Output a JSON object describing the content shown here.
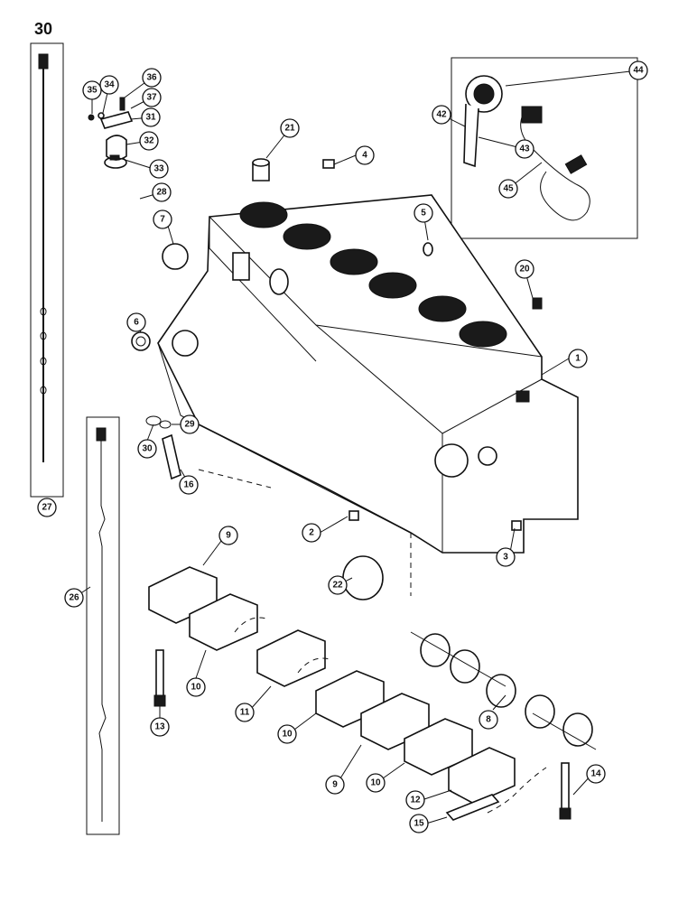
{
  "page_number": "30",
  "callouts": [
    {
      "id": "c1",
      "label": "1"
    },
    {
      "id": "c2",
      "label": "2"
    },
    {
      "id": "c3",
      "label": "3"
    },
    {
      "id": "c4",
      "label": "4"
    },
    {
      "id": "c5",
      "label": "5"
    },
    {
      "id": "c6",
      "label": "6"
    },
    {
      "id": "c7",
      "label": "7"
    },
    {
      "id": "c8",
      "label": "8"
    },
    {
      "id": "c9a",
      "label": "9"
    },
    {
      "id": "c9b",
      "label": "9"
    },
    {
      "id": "c10a",
      "label": "10"
    },
    {
      "id": "c10b",
      "label": "10"
    },
    {
      "id": "c10c",
      "label": "10"
    },
    {
      "id": "c11",
      "label": "11"
    },
    {
      "id": "c12",
      "label": "12"
    },
    {
      "id": "c13",
      "label": "13"
    },
    {
      "id": "c14",
      "label": "14"
    },
    {
      "id": "c15",
      "label": "15"
    },
    {
      "id": "c16",
      "label": "16"
    },
    {
      "id": "c20",
      "label": "20"
    },
    {
      "id": "c21",
      "label": "21"
    },
    {
      "id": "c22",
      "label": "22"
    },
    {
      "id": "c26",
      "label": "26"
    },
    {
      "id": "c27",
      "label": "27"
    },
    {
      "id": "c28",
      "label": "28"
    },
    {
      "id": "c29",
      "label": "29"
    },
    {
      "id": "c30",
      "label": "30"
    },
    {
      "id": "c31",
      "label": "31"
    },
    {
      "id": "c32",
      "label": "32"
    },
    {
      "id": "c33",
      "label": "33"
    },
    {
      "id": "c34",
      "label": "34"
    },
    {
      "id": "c35",
      "label": "35"
    },
    {
      "id": "c36",
      "label": "36"
    },
    {
      "id": "c37",
      "label": "37"
    },
    {
      "id": "c42",
      "label": "42"
    },
    {
      "id": "c43",
      "label": "43"
    },
    {
      "id": "c44",
      "label": "44"
    },
    {
      "id": "c45",
      "label": "45"
    }
  ]
}
